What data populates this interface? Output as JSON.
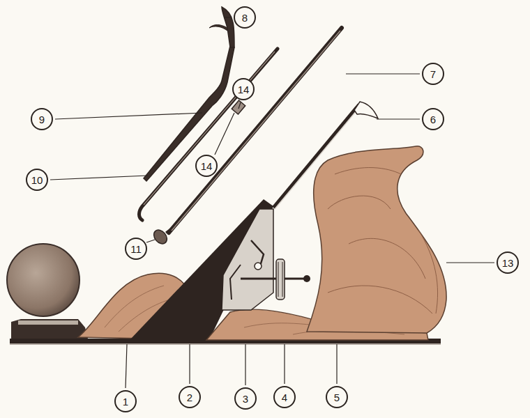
{
  "diagram": {
    "labels": [
      "8",
      "7",
      "14",
      "9",
      "6",
      "14",
      "10",
      "11",
      "13",
      "1",
      "2",
      "3",
      "4",
      "5"
    ]
  }
}
